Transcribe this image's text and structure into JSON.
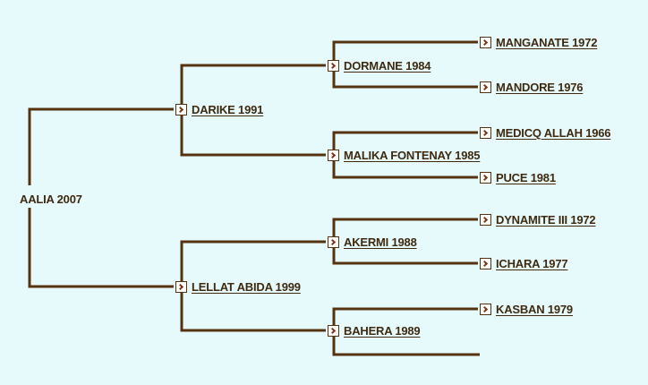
{
  "theme": {
    "background": "#e6fafc",
    "line": "#553310",
    "text": "#3f2a10",
    "icon_bg": "#fffefb",
    "icon_glyph": "#7b3518"
  },
  "tree": {
    "type": "pedigree-family-tree",
    "generations": 4,
    "nodes": [
      {
        "id": "aalia-2007",
        "label": "AALIA 2007",
        "generation": 0,
        "linked": false
      },
      {
        "id": "darike-1991",
        "label": "DARIKE 1991",
        "generation": 1,
        "linked": true
      },
      {
        "id": "lellat-abida-1999",
        "label": "LELLAT ABIDA 1999",
        "generation": 1,
        "linked": true
      },
      {
        "id": "dormane-1984",
        "label": "DORMANE 1984",
        "generation": 2,
        "linked": true
      },
      {
        "id": "malika-fontenay-1985",
        "label": "MALIKA FONTENAY 1985",
        "generation": 2,
        "linked": true
      },
      {
        "id": "akermi-1988",
        "label": "AKERMI 1988",
        "generation": 2,
        "linked": true
      },
      {
        "id": "bahera-1989",
        "label": "BAHERA 1989",
        "generation": 2,
        "linked": true
      },
      {
        "id": "manganate-1972",
        "label": "MANGANATE 1972",
        "generation": 3,
        "linked": true
      },
      {
        "id": "mandore-1976",
        "label": "MANDORE 1976",
        "generation": 3,
        "linked": true
      },
      {
        "id": "medicq-allah-1966",
        "label": "MEDICQ ALLAH 1966",
        "generation": 3,
        "linked": true
      },
      {
        "id": "puce-1981",
        "label": "PUCE 1981",
        "generation": 3,
        "linked": true
      },
      {
        "id": "dynamite-iii-1972",
        "label": "DYNAMITE III 1972",
        "generation": 3,
        "linked": true
      },
      {
        "id": "ichara-1977",
        "label": "ICHARA 1977",
        "generation": 3,
        "linked": true
      },
      {
        "id": "kasban-1979",
        "label": "KASBAN 1979",
        "generation": 3,
        "linked": true
      }
    ],
    "relations": [
      {
        "child": "aalia-2007",
        "sire": "darike-1991",
        "dam": "lellat-abida-1999"
      },
      {
        "child": "darike-1991",
        "sire": "dormane-1984",
        "dam": "malika-fontenay-1985"
      },
      {
        "child": "dormane-1984",
        "sire": "manganate-1972",
        "dam": "mandore-1976"
      },
      {
        "child": "malika-fontenay-1985",
        "sire": "medicq-allah-1966",
        "dam": "puce-1981"
      },
      {
        "child": "lellat-abida-1999",
        "sire": "akermi-1988",
        "dam": "bahera-1989"
      },
      {
        "child": "akermi-1988",
        "sire": "dynamite-iii-1972",
        "dam": "ichara-1977"
      },
      {
        "child": "bahera-1989",
        "sire": "kasban-1979",
        "dam": null
      }
    ]
  }
}
